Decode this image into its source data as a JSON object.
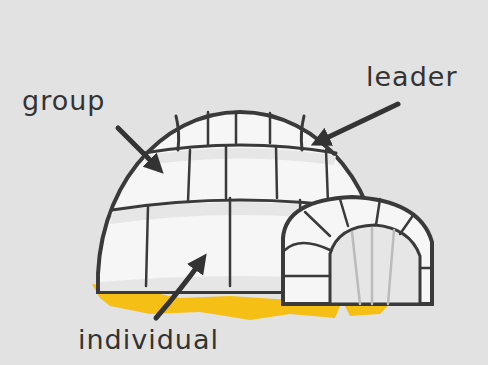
{
  "diagram": {
    "labels": [
      "group",
      "leader",
      "individual"
    ]
  }
}
